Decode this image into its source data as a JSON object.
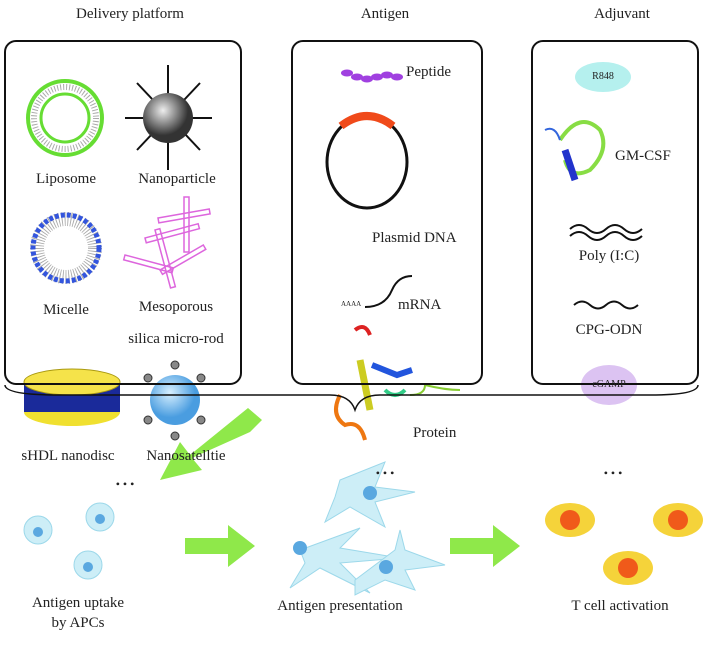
{
  "headers": {
    "delivery": "Delivery platform",
    "antigen": "Antigen",
    "adjuvant": "Adjuvant"
  },
  "delivery_items": [
    "Liposome",
    "Nanoparticle",
    "Micelle",
    "Mesoporous",
    "silica micro-rod",
    "sHDL nanodisc",
    "Nanosatelltie",
    "• • •"
  ],
  "antigen_items": [
    "Peptide",
    "Plasmid DNA",
    "AAAA",
    "mRNA",
    "Protein",
    "• • •"
  ],
  "adjuvant_items": [
    "R848",
    "GM-CSF",
    "Poly (I:C)",
    "CPG-ODN",
    "cGAMP",
    "• • •"
  ],
  "steps": {
    "uptake_line1": "Antigen uptake",
    "uptake_line2": "by APCs",
    "presentation": "Antigen presentation",
    "activation": "T cell activation"
  },
  "colors": {
    "arrow": "#8fe84a",
    "tcell": "#f5d33a",
    "tcell_nucleus": "#f05a1a",
    "apc": "#cdeef7",
    "r848": "#b5f0ee",
    "cgamp": "#dcc3f2"
  }
}
